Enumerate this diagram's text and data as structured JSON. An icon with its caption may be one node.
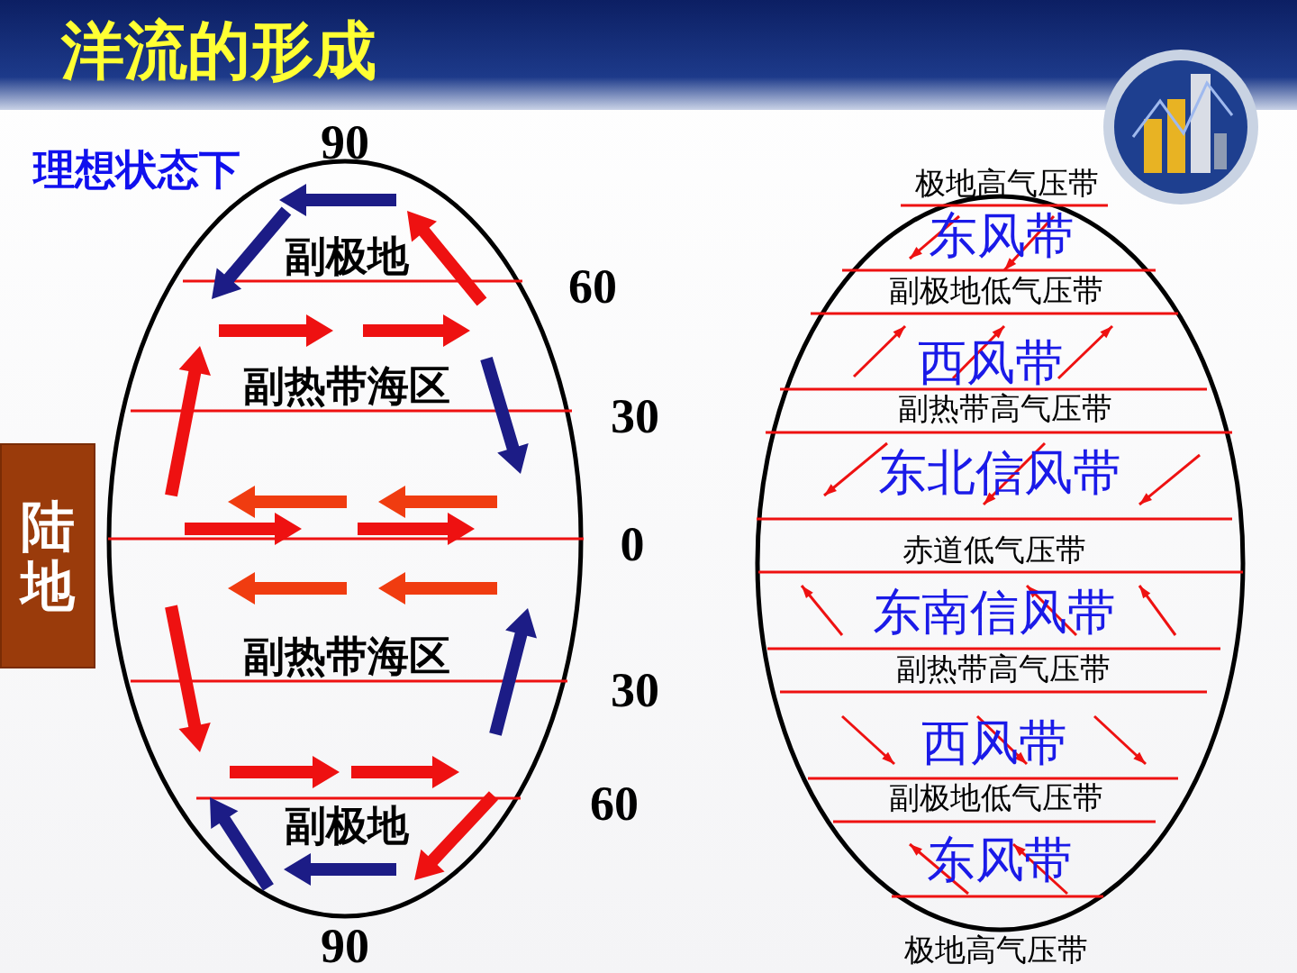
{
  "diagram": {
    "title": "洋流的形成",
    "nodes": [
      {
        "text": [
          "副极地",
          "副热带海区",
          "副热带海区",
          "副极地"
        ]
      },
      {
        "text": [
          "陆地"
        ]
      },
      {
        "text": [
          "极地高气压带",
          "东风带",
          "副极地低气压带",
          "西风带",
          "副热带高气压带",
          "东北信风带",
          "赤道低气压带",
          "东南信风带",
          "副热带高气压带",
          "西风带",
          "副极地低气压带",
          "东风带",
          "极地高气压带"
        ]
      }
    ],
    "edges": [],
    "labels": [
      "理想状态下",
      "90",
      "60",
      "30",
      "0",
      "30",
      "60",
      "90"
    ]
  }
}
